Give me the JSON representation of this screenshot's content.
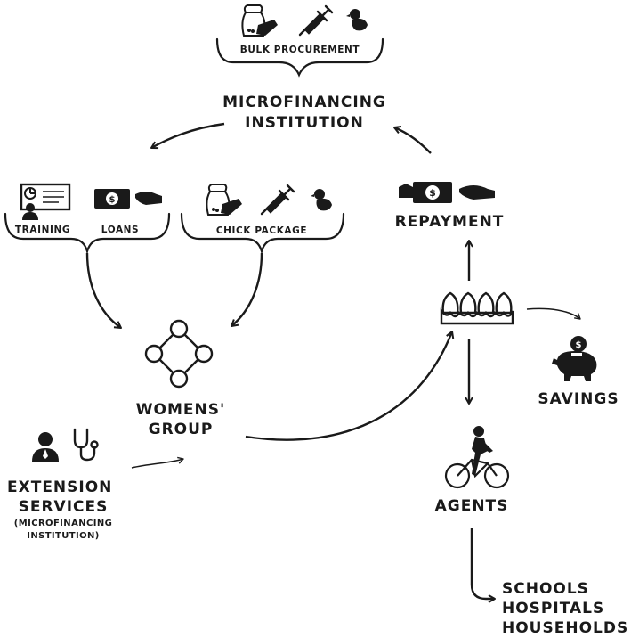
{
  "labels": {
    "bulk_procurement": "BULK PROCUREMENT",
    "mfi_line1": "MICROFINANCING",
    "mfi_line2": "INSTITUTION",
    "training": "TRAINING",
    "loans": "LOANS",
    "chick_package": "CHICK PACKAGE",
    "repayment": "REPAYMENT",
    "womens_line1": "WOMENS'",
    "womens_line2": "GROUP",
    "savings": "SAVINGS",
    "agents": "AGENTS",
    "extension_line1": "EXTENSION",
    "extension_line2": "SERVICES",
    "extension_sub1": "(MICROFINANCING",
    "extension_sub2": "INSTITUTION)",
    "dest_1": "SCHOOLS",
    "dest_2": "HOSPITALS",
    "dest_3": "HOUSEHOLDS"
  },
  "colors": {
    "ink": "#1a1a1a",
    "background": "#ffffff"
  },
  "icons": [
    "feed-sack-icon",
    "syringe-icon",
    "chick-icon",
    "presentation-board-icon",
    "cash-hand-icon",
    "egg-tray-icon",
    "piggy-bank-icon",
    "person-icon",
    "stethoscope-icon",
    "cyclist-icon",
    "group-network-icon"
  ]
}
